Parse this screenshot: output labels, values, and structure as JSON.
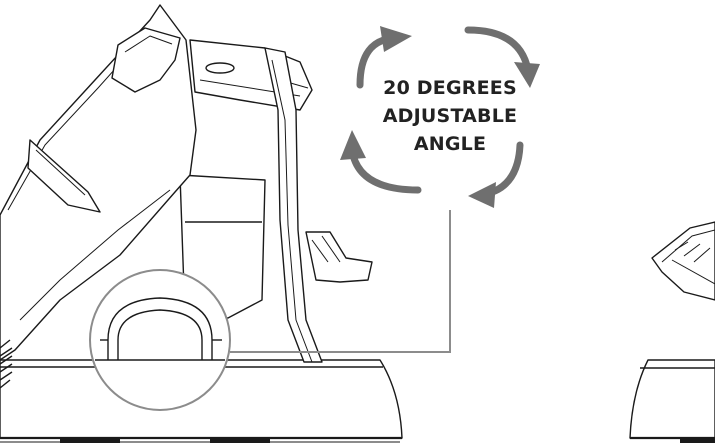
{
  "callout": {
    "lines": [
      "20 DEGREES",
      "ADJUSTABLE",
      "ANGLE"
    ],
    "text_color": "#222222",
    "arrow_color": "#6f6f6f",
    "icon": "rotate-arrows-icon"
  },
  "colors": {
    "line": "#1a1a1a",
    "magnifier": "#8c8c8c",
    "background": "#ffffff"
  }
}
